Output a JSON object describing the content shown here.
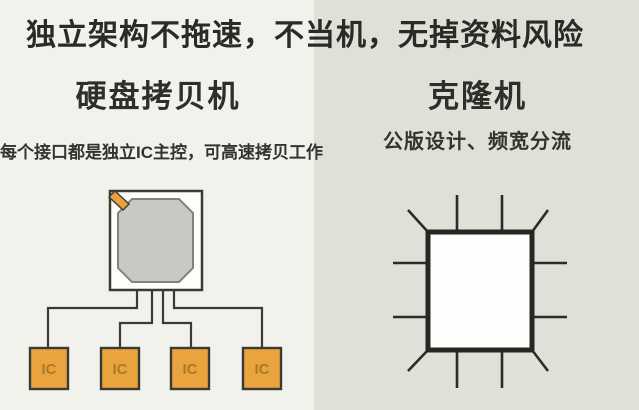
{
  "title": "独立架构不拖速，不当机，无掉资料风险",
  "left_panel": {
    "heading": "硬盘拷贝机",
    "description": "每个接口都是独立IC主控，可高速拷贝工作",
    "diagram": "master-chip-with-independent-ic-controllers",
    "ic_boxes": [
      {
        "label": "IC"
      },
      {
        "label": "IC"
      },
      {
        "label": "IC"
      },
      {
        "label": "IC"
      }
    ]
  },
  "right_panel": {
    "heading": "克隆机",
    "description": "公版设计、频宽分流",
    "diagram": "single-shared-chip-with-pins"
  },
  "colors": {
    "left_background": "#f2f2ed",
    "right_background": "#e1e0d8",
    "title_text": "#2a2a26",
    "diagram_line": "#3b3b35",
    "ic_box_fill": "#e9a43e",
    "ic_box_text": "#a87a2a",
    "master_chip_die_fill": "#c8c8c5",
    "master_chip_die_border": "#83837e",
    "pin1_marker_orange": "#e8a23b",
    "chip_body_white": "#fdfdfc",
    "clone_chip_border": "#262623"
  }
}
